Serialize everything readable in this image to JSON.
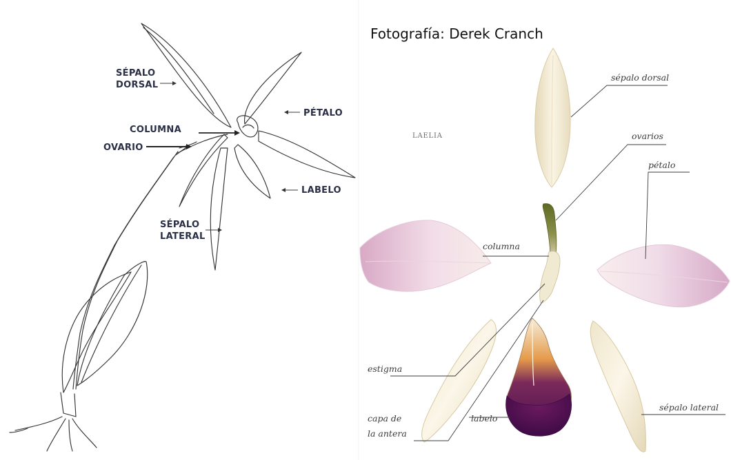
{
  "left": {
    "labels": {
      "sepalo_dorsal_1": "SÉPALO",
      "sepalo_dorsal_2": "DORSAL",
      "petalo": "PÉTALO",
      "columna": "COLUMNA",
      "ovario": "OVARIO",
      "labelo": "LABELO",
      "sepalo_lateral_1": "SÉPALO",
      "sepalo_lateral_2": "LATERAL"
    }
  },
  "right": {
    "credit": "Fotografía: Derek Cranch",
    "species": "LAELIA",
    "labels": {
      "sepalo_dorsal": "sépalo dorsal",
      "ovarios": "ovarios",
      "petalo": "pétalo",
      "columna": "columna",
      "estigma": "estigma",
      "capa_de_1": "capa de",
      "capa_de_2": "la antera",
      "labelo": "labelo",
      "sepalo_lateral": "sépalo lateral"
    }
  }
}
